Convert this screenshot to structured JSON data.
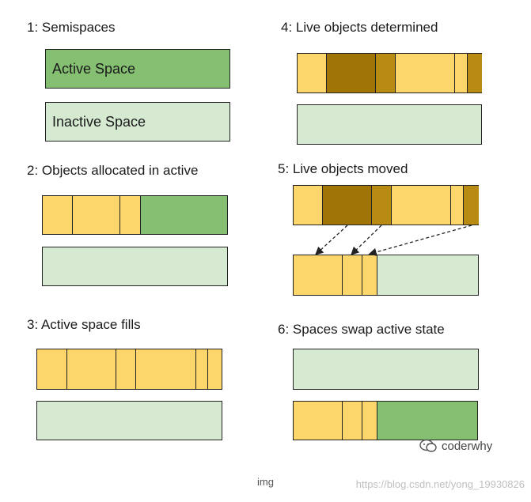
{
  "colors": {
    "active": "#85bf71",
    "inactive": "#d6ead2",
    "object": "#fcd56b",
    "live": "#a07506",
    "live2": "#b88b12",
    "border": "#222222"
  },
  "steps": {
    "s1": {
      "title": "1: Semispaces",
      "active_label": "Active Space",
      "inactive_label": "Inactive Space"
    },
    "s2": {
      "title": "2: Objects allocated in active"
    },
    "s3": {
      "title": "3: Active space fills"
    },
    "s4": {
      "title": "4: Live objects determined"
    },
    "s5": {
      "title": "5: Live objects moved"
    },
    "s6": {
      "title": "6: Spaces swap active state"
    }
  },
  "footer": {
    "caption": "img",
    "watermark": "https://blog.csdn.net/yong_19930826",
    "brand": "coderwhy",
    "brand_icon": "wechat-icon"
  }
}
